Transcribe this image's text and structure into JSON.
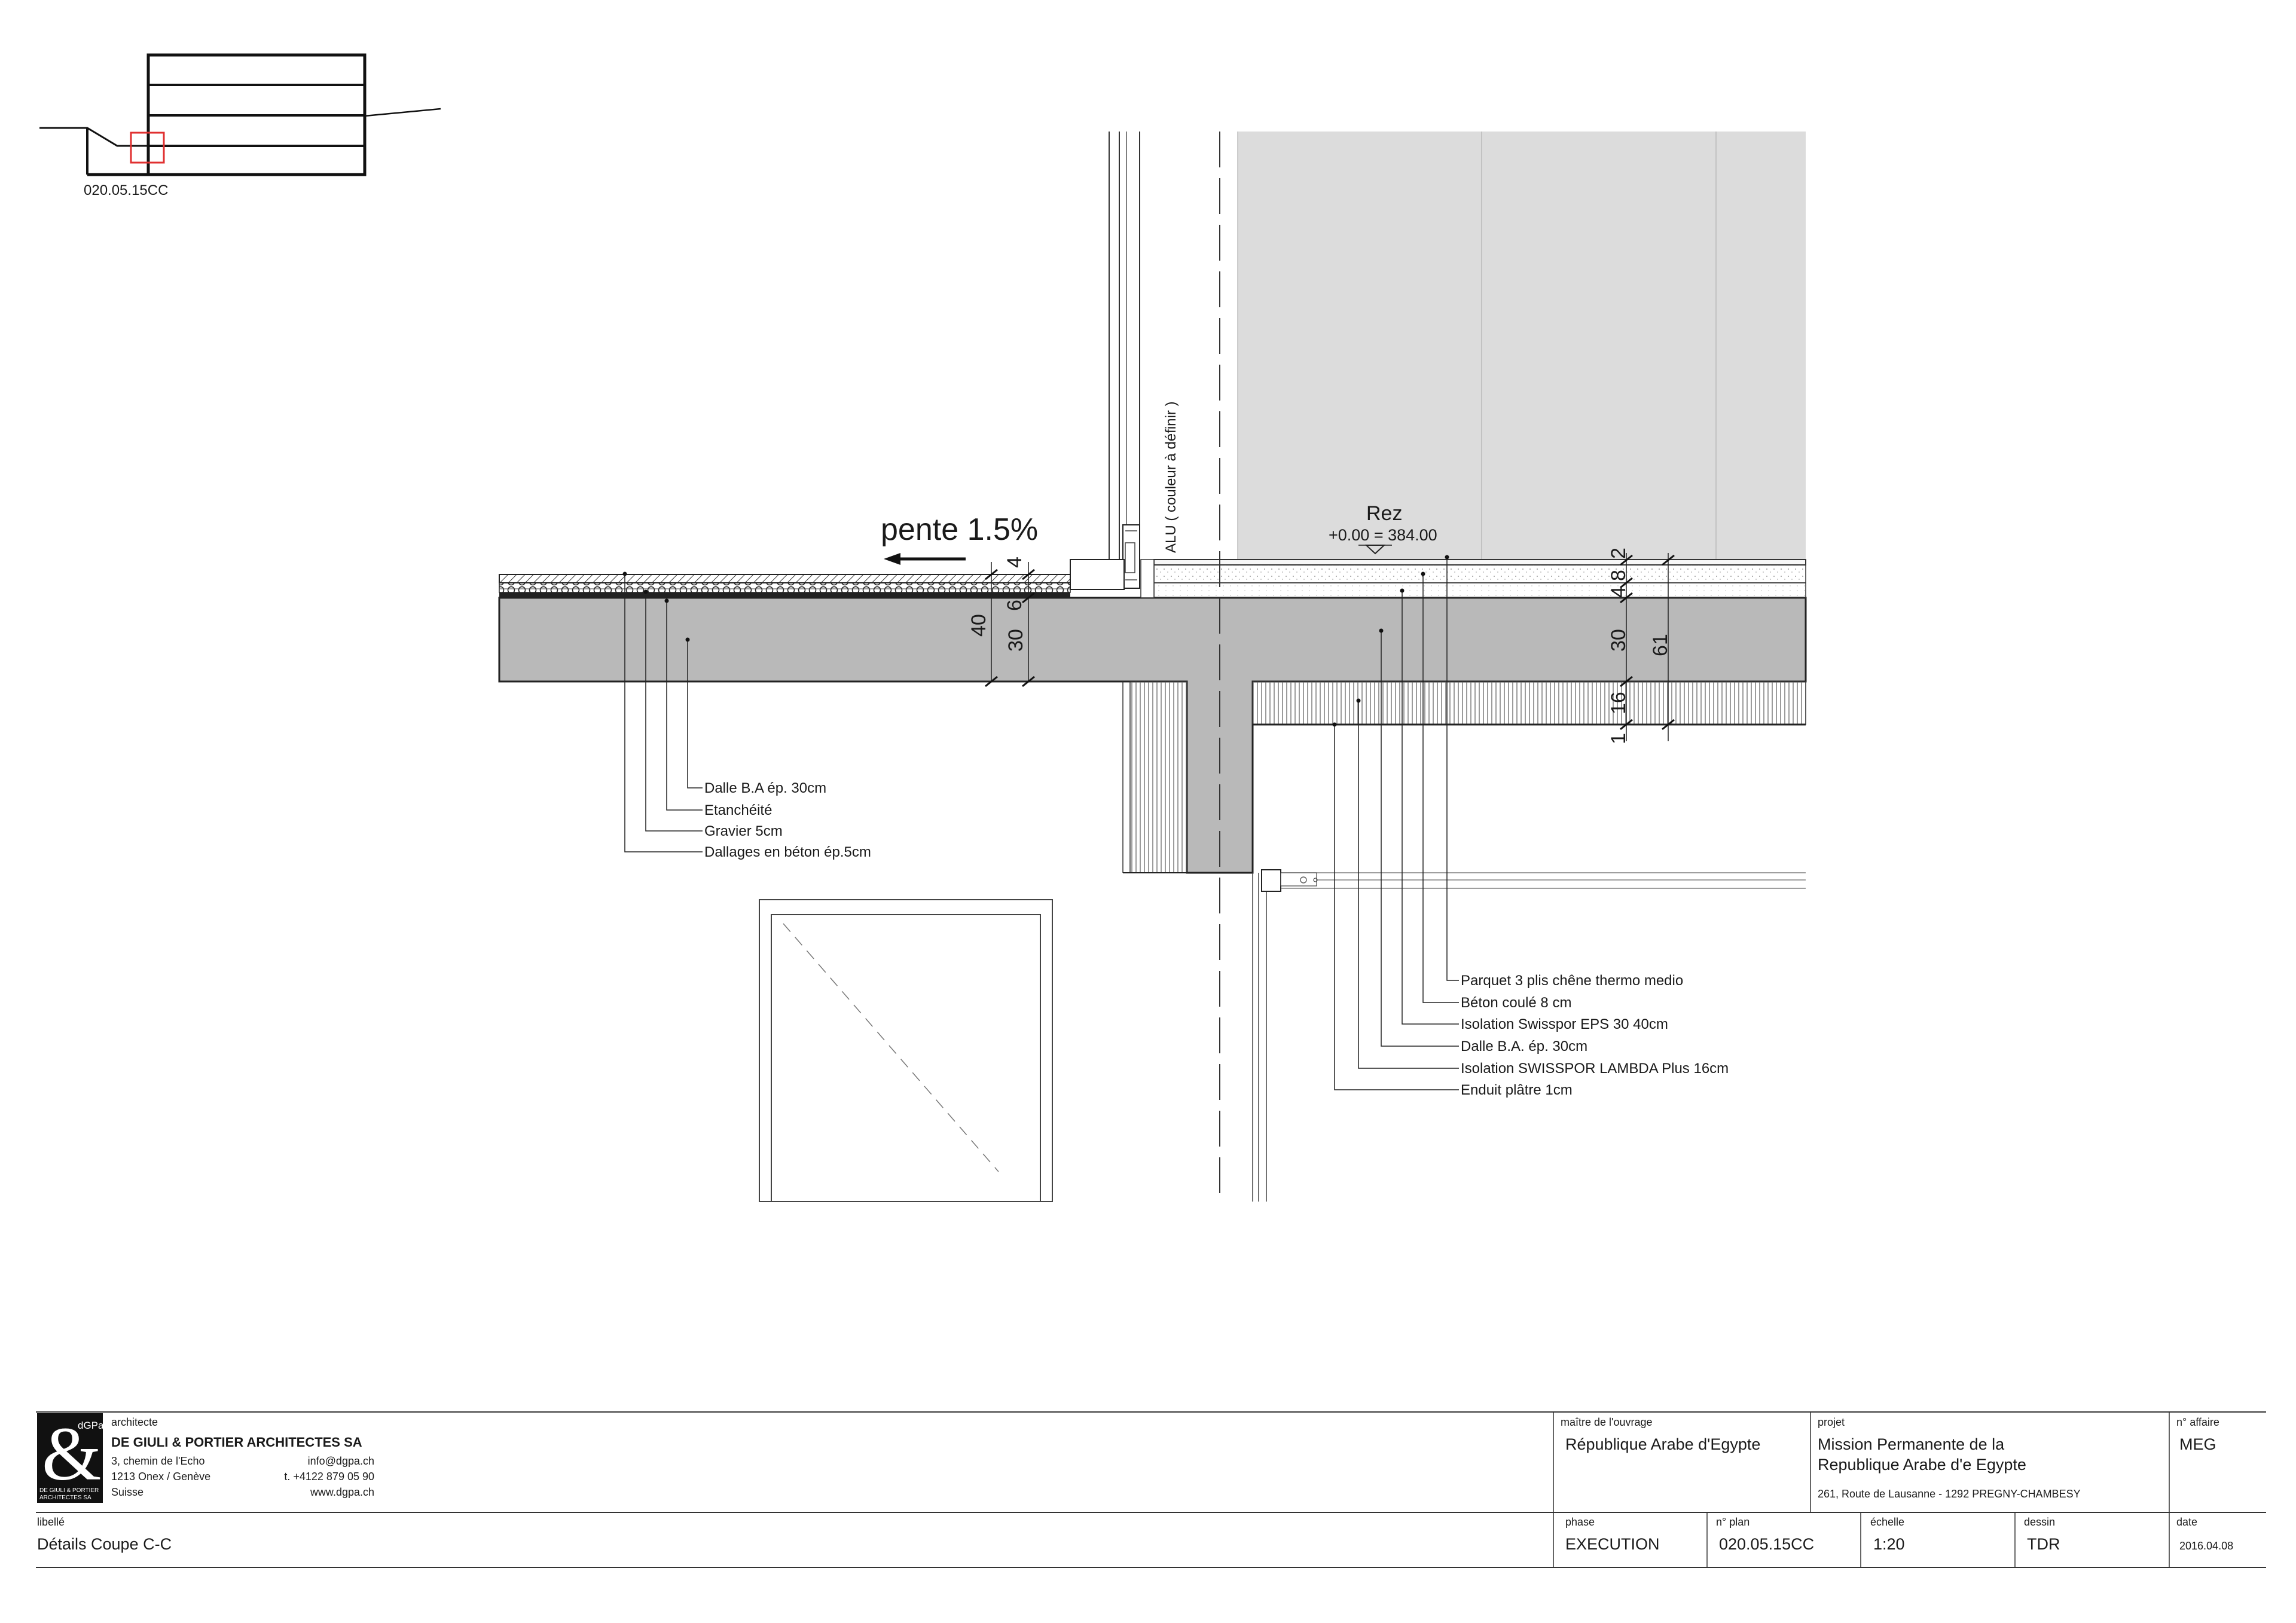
{
  "key_plan": {
    "reference": "020.05.15CC"
  },
  "detail": {
    "slope_label": "pente 1.5%",
    "alu_label": "ALU ( couleur à définir )",
    "level_name": "Rez",
    "level_value": "+0.00 = 384.00",
    "dims_terrace": [
      "4",
      "6",
      "30",
      "40"
    ],
    "dims_interior": [
      "2",
      "4",
      "8",
      "30",
      "61",
      "16",
      "1"
    ]
  },
  "annotations_terrace": [
    "Dalle B.A ép. 30cm",
    "Etanchéité",
    "Gravier 5cm",
    "Dallages en béton ép.5cm"
  ],
  "annotations_interior": [
    "Parquet 3 plis chêne thermo medio",
    "Béton coulé 8 cm",
    "Isolation Swisspor EPS 30 40cm",
    "Dalle B.A. ép. 30cm",
    "Isolation SWISSPOR LAMBDA Plus 16cm",
    "Enduit plâtre 1cm"
  ],
  "title_block": {
    "logo_small": "dGPa",
    "logo_caption_1": "DE GIULI & PORTIER",
    "logo_caption_2": "ARCHITECTES SA",
    "architect_label": "architecte",
    "architect_name": "DE GIULI & PORTIER ARCHITECTES SA",
    "address_1": "3, chemin de  l'Echo",
    "address_2": "1213 Onex / Genève",
    "address_3": "Suisse",
    "email": "info@dgpa.ch",
    "phone": "t. +4122 879 05 90",
    "web": "www.dgpa.ch",
    "owner_label": "maître de l'ouvrage",
    "owner": "République Arabe d'Egypte",
    "project_label": "projet",
    "project_line_1": "Mission Permanente de la",
    "project_line_2": "Republique Arabe d'e Egypte",
    "project_address": "261, Route de Lausanne - 1292 PREGNY-CHAMBESY",
    "job_label": "n° affaire",
    "job": "MEG",
    "title_label": "libellé",
    "title": "Détails Coupe C-C",
    "phase_label": "phase",
    "phase": "EXECUTION",
    "plan_label": "n° plan",
    "plan": "020.05.15CC",
    "scale_label": "échelle",
    "scale": "1:20",
    "drawn_label": "dessin",
    "drawn": "TDR",
    "date_label": "date",
    "date": "2016.04.08"
  }
}
